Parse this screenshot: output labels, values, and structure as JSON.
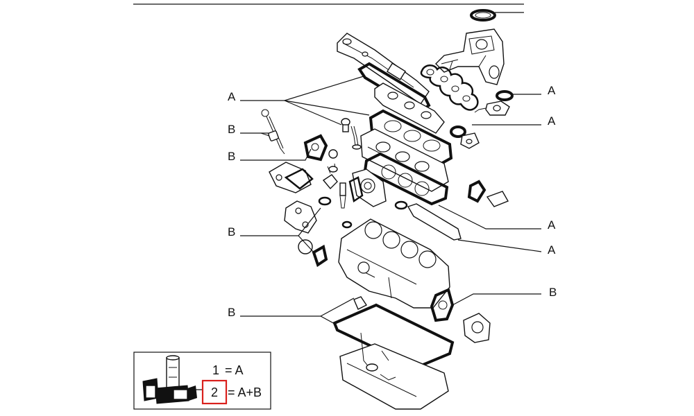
{
  "callouts": {
    "a1": "A",
    "a2": "A",
    "a3": "A",
    "a4": "A",
    "a5": "A",
    "b1": "B",
    "b2": "B",
    "b3": "B",
    "b4": "B",
    "b5": "B"
  },
  "legend": {
    "row1_number": "1",
    "row1_formula": "= A",
    "row2_number": "2",
    "row2_formula": "= A+B",
    "highlight_color": "#d9201c"
  }
}
